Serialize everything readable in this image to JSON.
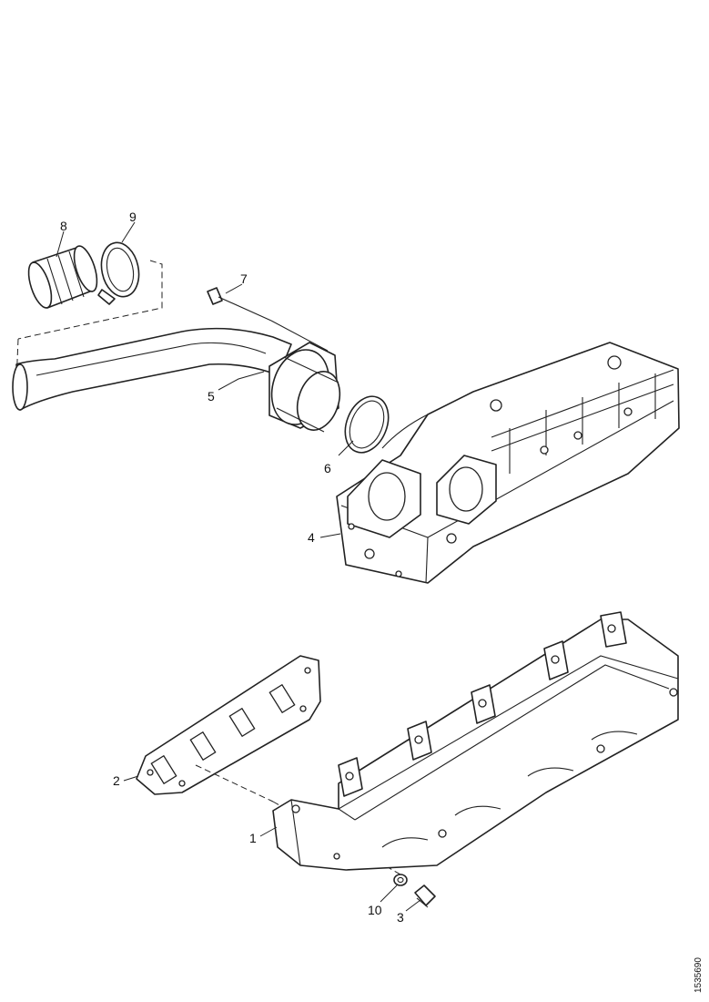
{
  "callouts": {
    "c1": "1",
    "c2": "2",
    "c3": "3",
    "c4": "4",
    "c5": "5",
    "c6": "6",
    "c7": "7",
    "c8": "8",
    "c9": "9",
    "c10": "10"
  },
  "reference_number": "1535690"
}
